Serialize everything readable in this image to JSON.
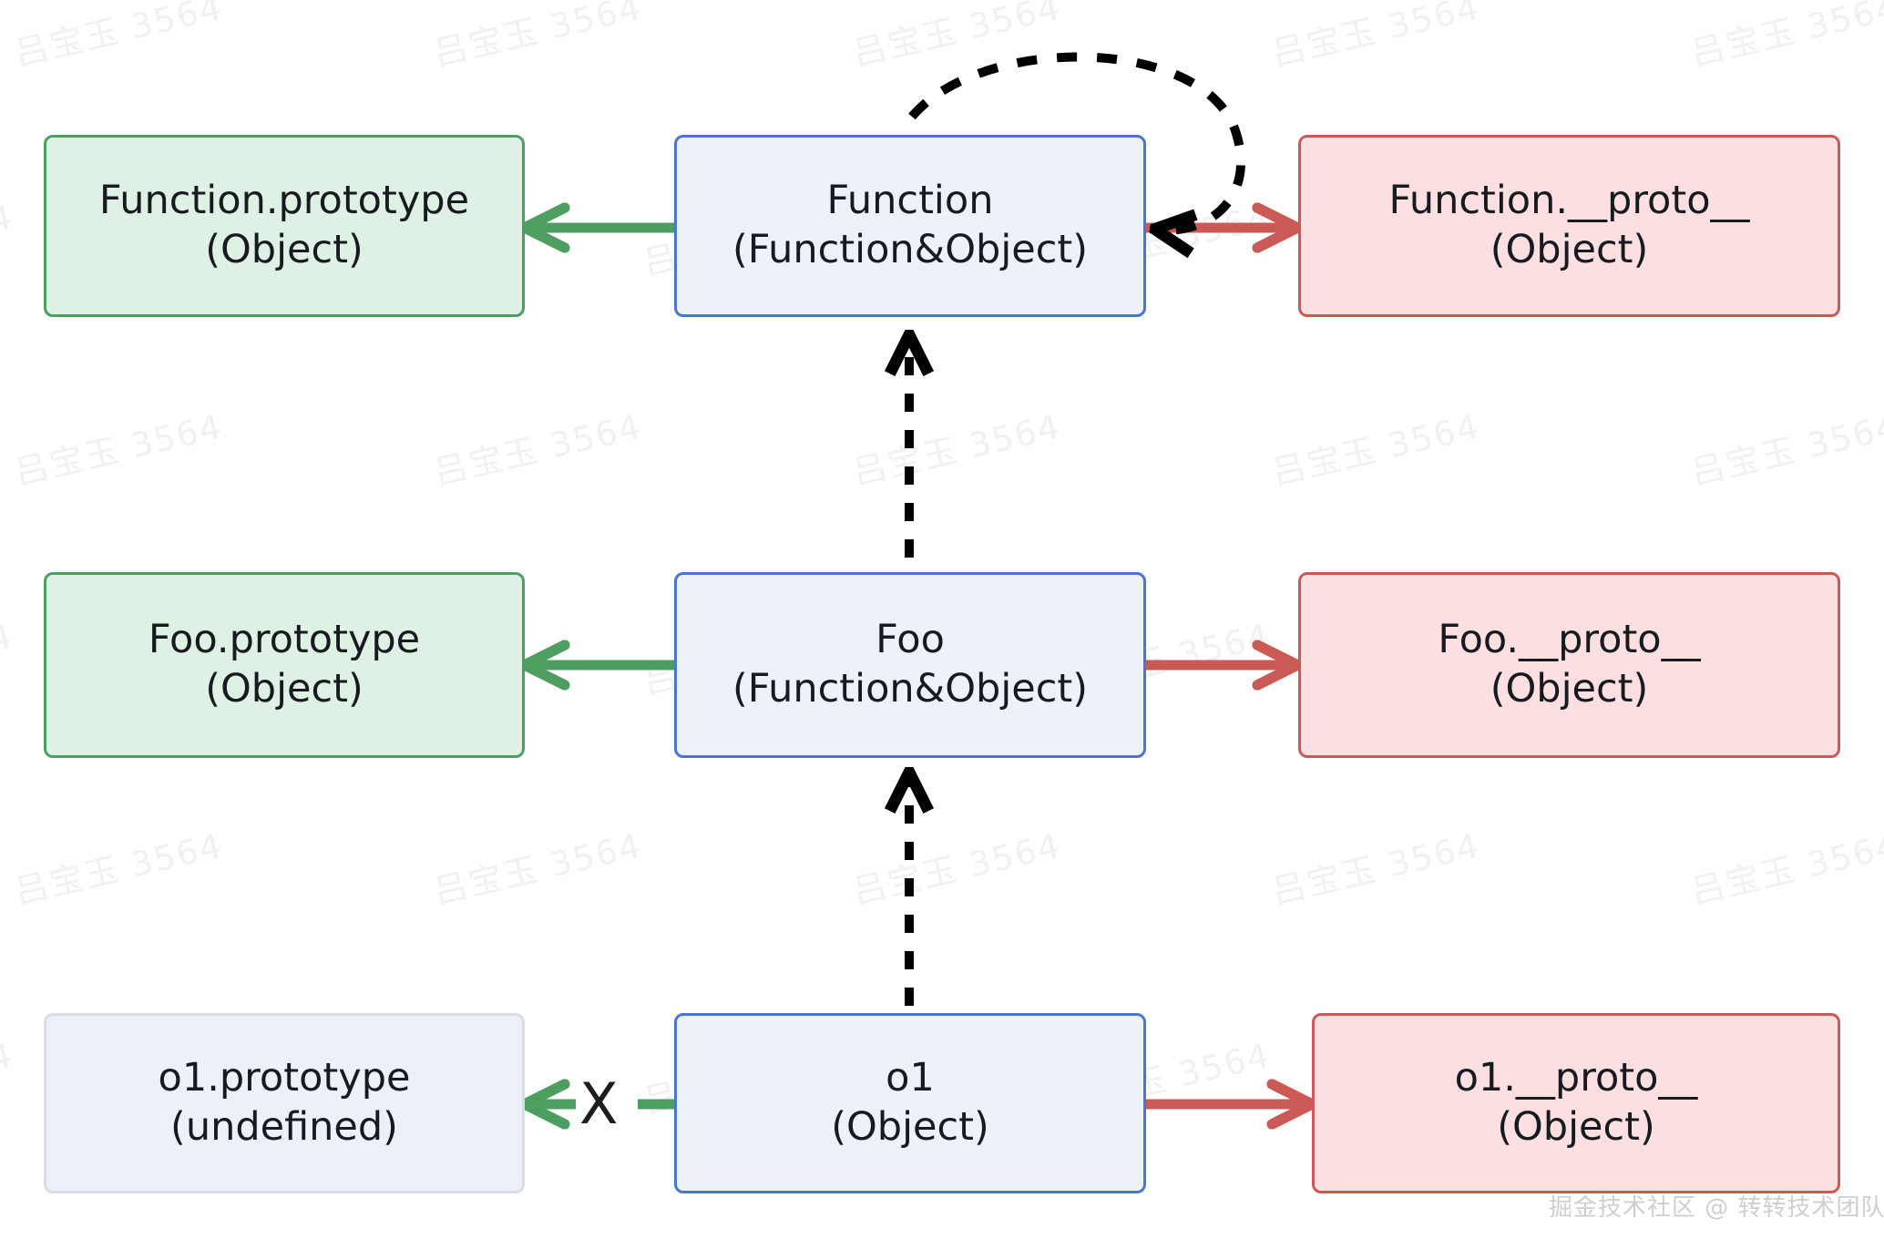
{
  "diagram": {
    "title": "JavaScript prototype chain diagram",
    "colors": {
      "green_fill": "#dff0e4",
      "green_border": "#4e9e62",
      "blue_fill": "#edf1fa",
      "blue_border": "#4a76d0",
      "red_fill": "#fcdfe1",
      "red_border": "#cb5a56",
      "grey_fill": "#ecf0f8",
      "grey_border": "#d9dde5",
      "arrow_green": "#4e9e62",
      "arrow_red": "#cb5a56",
      "arrow_dashed": "#000000",
      "text": "#171a1f",
      "watermark": "#f1f1f1"
    },
    "nodes": {
      "function_prototype": {
        "line1": "Function.prototype",
        "line2": "(Object)"
      },
      "function": {
        "line1": "Function",
        "line2": "(Function&Object)"
      },
      "function_proto": {
        "line1": "Function.__proto__",
        "line2": "(Object)"
      },
      "foo_prototype": {
        "line1": "Foo.prototype",
        "line2": "(Object)"
      },
      "foo": {
        "line1": "Foo",
        "line2": "(Function&Object)"
      },
      "foo_proto": {
        "line1": "Foo.__proto__",
        "line2": "(Object)"
      },
      "o1_prototype": {
        "line1": "o1.prototype",
        "line2": "(undefined)"
      },
      "o1": {
        "line1": "o1",
        "line2": "(Object)"
      },
      "o1_proto": {
        "line1": "o1.__proto__",
        "line2": "(Object)"
      }
    },
    "markers": {
      "blocked_x": "X"
    },
    "watermark_text": "吕宝玉 3564",
    "credit_text": "掘金技术社区 @ 转转技术团队"
  }
}
